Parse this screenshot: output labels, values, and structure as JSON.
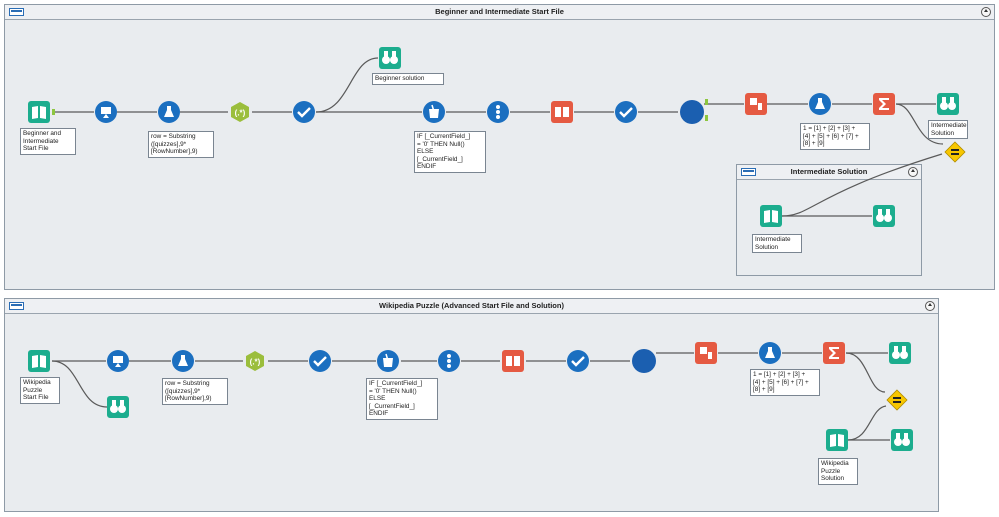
{
  "containers": {
    "top": {
      "title": "Beginner and Intermediate Start File"
    },
    "inner": {
      "title": "Intermediate Solution"
    },
    "bottom": {
      "title": "Wikipedia Puzzle (Advanced Start File and Solution)"
    }
  },
  "annotations": {
    "top_input": "Beginner and\nIntermediate\nStart File",
    "top_formula_row": "row = Substring\n([quizzes],9*\n[RowNumber],9)",
    "top_browse_beginner": "Beginner solution",
    "top_multifield": "IF [_CurrentField_]\n= '0' THEN Null()\nELSE\n[_CurrentField_]\nENDIF",
    "top_formula_sum": "1 = [1] + [2] + [3] +\n[4] + [5] + [6] + [7] +\n[8] + [9]",
    "top_browse_intermediate": "Intermediate\nSolution",
    "inner_input": "Intermediate\nSolution",
    "bottom_input": "Wikipedia\nPuzzle\nStart File",
    "bottom_formula_row": "row = Substring\n([quizzes],9*\n[RowNumber],9)",
    "bottom_multifield": "IF [_CurrentField_]\n= '0' THEN Null()\nELSE\n[_CurrentField_]\nENDIF",
    "bottom_formula_sum": "1 = [1] + [2] + [3] +\n[4] + [5] + [6] + [7] +\n[8] + [9]",
    "bottom_solution_input": "Wikipedia\nPuzzle\nSolution"
  },
  "colors": {
    "in_out": "#1cad8e",
    "preparation": "#1b6fc0",
    "parse": "#9bbe3c",
    "join": "#e55a42",
    "transform": "#e55a42",
    "developer": "#f7c600",
    "wire": "#5a5a5a",
    "anchor": "#8dc63f"
  },
  "tool_icons": [
    "book-icon",
    "binoculars-icon",
    "record-id-icon",
    "flask-icon",
    "regex-icon",
    "checkmark-icon",
    "cup-icon",
    "transpose-icon",
    "crosstab-icon",
    "sigma-icon",
    "equals-icon",
    "circle-icon"
  ]
}
